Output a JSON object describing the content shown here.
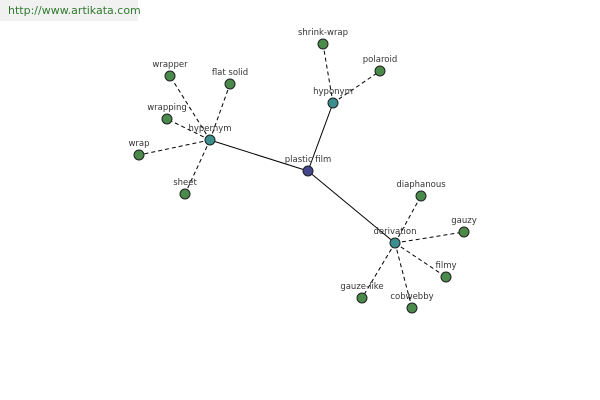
{
  "banner": {
    "url": "http://www.artikata.com"
  },
  "colors": {
    "root": "#45458c",
    "relation": "#3d8f8f",
    "leaf": "#4a8a4a",
    "banner_text": "#2f7a2f"
  },
  "graph": {
    "nodes": [
      {
        "id": "plastic-film",
        "label": "plastic film",
        "kind": "root"
      },
      {
        "id": "hypernym",
        "label": "hypernym",
        "kind": "relation"
      },
      {
        "id": "hyponym",
        "label": "hyponym",
        "kind": "relation"
      },
      {
        "id": "derivation",
        "label": "derivation",
        "kind": "relation"
      },
      {
        "id": "wrapper",
        "label": "wrapper",
        "kind": "leaf"
      },
      {
        "id": "flat-solid",
        "label": "flat solid",
        "kind": "leaf"
      },
      {
        "id": "wrapping",
        "label": "wrapping",
        "kind": "leaf"
      },
      {
        "id": "wrap",
        "label": "wrap",
        "kind": "leaf"
      },
      {
        "id": "sheet",
        "label": "sheet",
        "kind": "leaf"
      },
      {
        "id": "shrink-wrap",
        "label": "shrink-wrap",
        "kind": "leaf"
      },
      {
        "id": "polaroid",
        "label": "polaroid",
        "kind": "leaf"
      },
      {
        "id": "diaphanous",
        "label": "diaphanous",
        "kind": "leaf"
      },
      {
        "id": "gauzy",
        "label": "gauzy",
        "kind": "leaf"
      },
      {
        "id": "filmy",
        "label": "filmy",
        "kind": "leaf"
      },
      {
        "id": "gauze-like",
        "label": "gauze-like",
        "kind": "leaf"
      },
      {
        "id": "cobwebby",
        "label": "cobwebby",
        "kind": "leaf"
      }
    ],
    "edges": [
      {
        "from": "plastic-film",
        "to": "hypernym",
        "style": "solid"
      },
      {
        "from": "plastic-film",
        "to": "hyponym",
        "style": "solid"
      },
      {
        "from": "plastic-film",
        "to": "derivation",
        "style": "solid"
      },
      {
        "from": "hypernym",
        "to": "wrapper",
        "style": "dashed"
      },
      {
        "from": "hypernym",
        "to": "flat-solid",
        "style": "dashed"
      },
      {
        "from": "hypernym",
        "to": "wrapping",
        "style": "dashed"
      },
      {
        "from": "hypernym",
        "to": "wrap",
        "style": "dashed"
      },
      {
        "from": "hypernym",
        "to": "sheet",
        "style": "dashed"
      },
      {
        "from": "hyponym",
        "to": "shrink-wrap",
        "style": "dashed"
      },
      {
        "from": "hyponym",
        "to": "polaroid",
        "style": "dashed"
      },
      {
        "from": "derivation",
        "to": "diaphanous",
        "style": "dashed"
      },
      {
        "from": "derivation",
        "to": "gauzy",
        "style": "dashed"
      },
      {
        "from": "derivation",
        "to": "filmy",
        "style": "dashed"
      },
      {
        "from": "derivation",
        "to": "gauze-like",
        "style": "dashed"
      },
      {
        "from": "derivation",
        "to": "cobwebby",
        "style": "dashed"
      }
    ]
  }
}
